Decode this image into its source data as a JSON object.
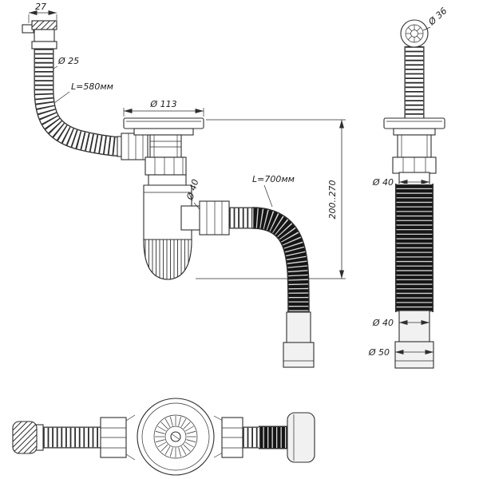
{
  "colors": {
    "line": "#2e2e2e",
    "dark_hose": "#161616",
    "light_fill": "#f1f1f1",
    "background": "#ffffff"
  },
  "views": {
    "front": {
      "overflow_width": "27",
      "overflow_hose_dia": "Ø 25",
      "overflow_hose_len": "L=580мм",
      "flange_dia": "Ø 113",
      "outlet_dia": "Ø 40",
      "outlet_hose_len": "L=700мм",
      "height_range": "200..270"
    },
    "side": {
      "cap_dia": "Ø 36",
      "body_dia": "Ø 40",
      "hose_dia": "Ø 40",
      "socket_dia": "Ø 50"
    }
  }
}
